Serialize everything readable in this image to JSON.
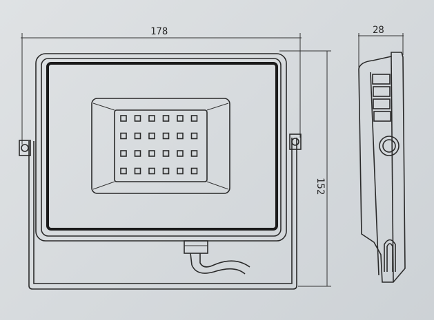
{
  "dimensions": {
    "width_label": "178",
    "height_label": "152",
    "depth_label": "28"
  },
  "led_grid": {
    "columns": 6,
    "rows": 4
  },
  "colors": {
    "background": "#d9dde0",
    "ink": "#2a2a2a"
  }
}
